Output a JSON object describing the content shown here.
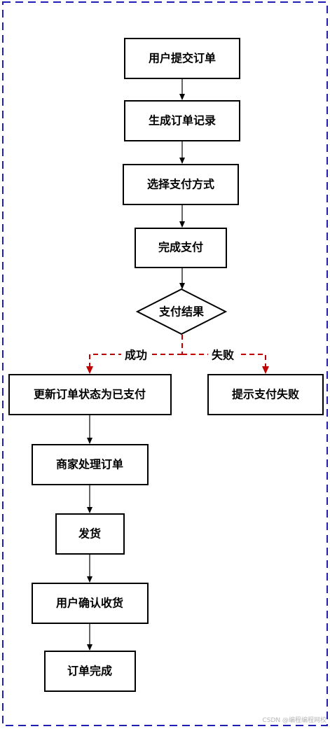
{
  "diagram": {
    "nodes": {
      "submit_order": "用户提交订单",
      "create_record": "生成订单记录",
      "choose_payment": "选择支付方式",
      "complete_payment": "完成支付",
      "payment_result": "支付结果",
      "update_status": "更新订单状态为已支付",
      "payment_failed": "提示支付失败",
      "merchant_process": "商家处理订单",
      "ship": "发货",
      "confirm_receipt": "用户确认收货",
      "order_done": "订单完成"
    },
    "edges": {
      "success_label": "成功",
      "failure_label": "失败"
    },
    "colors": {
      "frame_border": "#1f1fb4",
      "branch_arrow": "#c00000",
      "node_border": "#000000"
    }
  },
  "watermark": "CSDN @编程编程网校"
}
